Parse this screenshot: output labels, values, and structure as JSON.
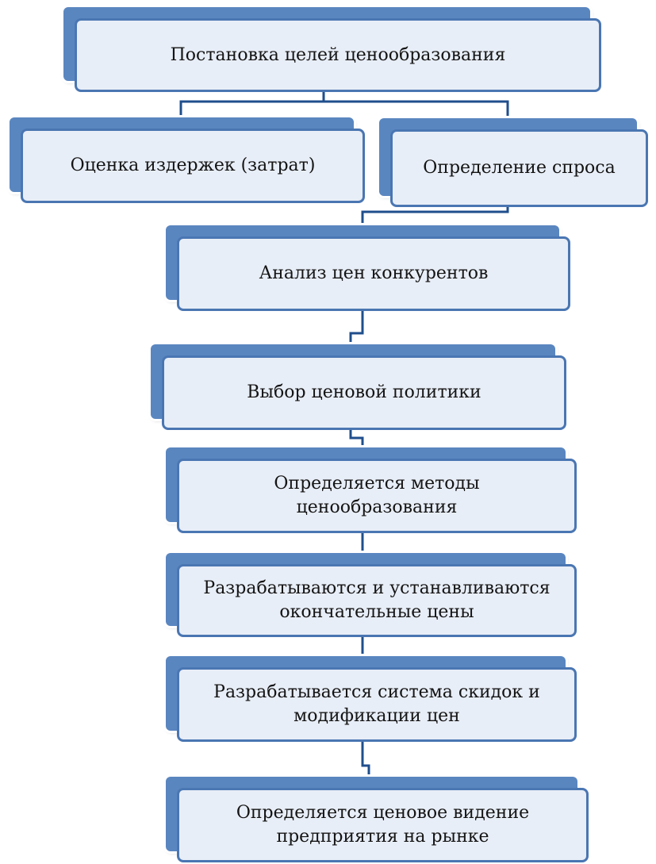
{
  "diagram": {
    "line_color": "#1f4e8c",
    "nodes": [
      {
        "id": "goals",
        "label": "Постановка целей ценообразования"
      },
      {
        "id": "costs",
        "label": "Оценка издержек (затрат)"
      },
      {
        "id": "demand",
        "label": "Определение спроса"
      },
      {
        "id": "competitors",
        "label": "Анализ цен конкурентов"
      },
      {
        "id": "policy",
        "label": "Выбор ценовой политики"
      },
      {
        "id": "methods",
        "label": "Определяется методы\nценообразования"
      },
      {
        "id": "final_prices",
        "label": "Разрабатываются и устанавливаются\nокончательные цены"
      },
      {
        "id": "discounts",
        "label": "Разрабатывается  система скидок и\nмодификации цен"
      },
      {
        "id": "vision",
        "label": "Определяется ценовое видение\nпредприятия на рынке"
      }
    ]
  }
}
